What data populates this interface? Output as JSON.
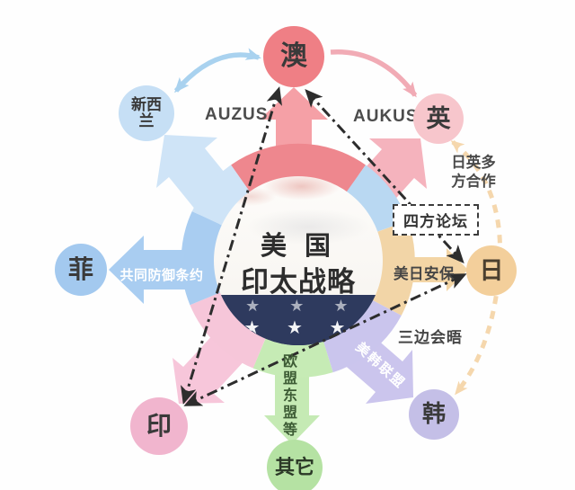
{
  "center": {
    "line1": "美 国",
    "line2": "印太战略",
    "stars": "★ ★ ★ ★ ★",
    "flag_band_color": "#2e3a5e"
  },
  "nodes": {
    "australia": {
      "label": "澳",
      "color": "#ef7f85"
    },
    "new_zealand": {
      "label": "新西兰",
      "color": "#c6dff5"
    },
    "uk": {
      "label": "英",
      "color": "#f7c6cc"
    },
    "japan": {
      "label": "日",
      "color": "#f3cf9b"
    },
    "korea": {
      "label": "韩",
      "color": "#c4bfe7"
    },
    "others": {
      "label": "其它",
      "color": "#b5e2a3"
    },
    "india": {
      "label": "印",
      "color": "#f1b5ce"
    },
    "philippines": {
      "label": "菲",
      "color": "#a3c9ef"
    }
  },
  "labels": {
    "auzus": "AUZUS",
    "aukus": "AUKUS",
    "japan_uk_cooperation": "日英多方合作",
    "quad_forum": "四方论坛",
    "us_japan_security": "美日安保",
    "trilateral_meeting": "三边会晤",
    "us_korea_alliance": "美韩联盟",
    "mutual_defense_treaty": "共同防御条约",
    "eu_asean_etc": "欧盟东盟等"
  }
}
